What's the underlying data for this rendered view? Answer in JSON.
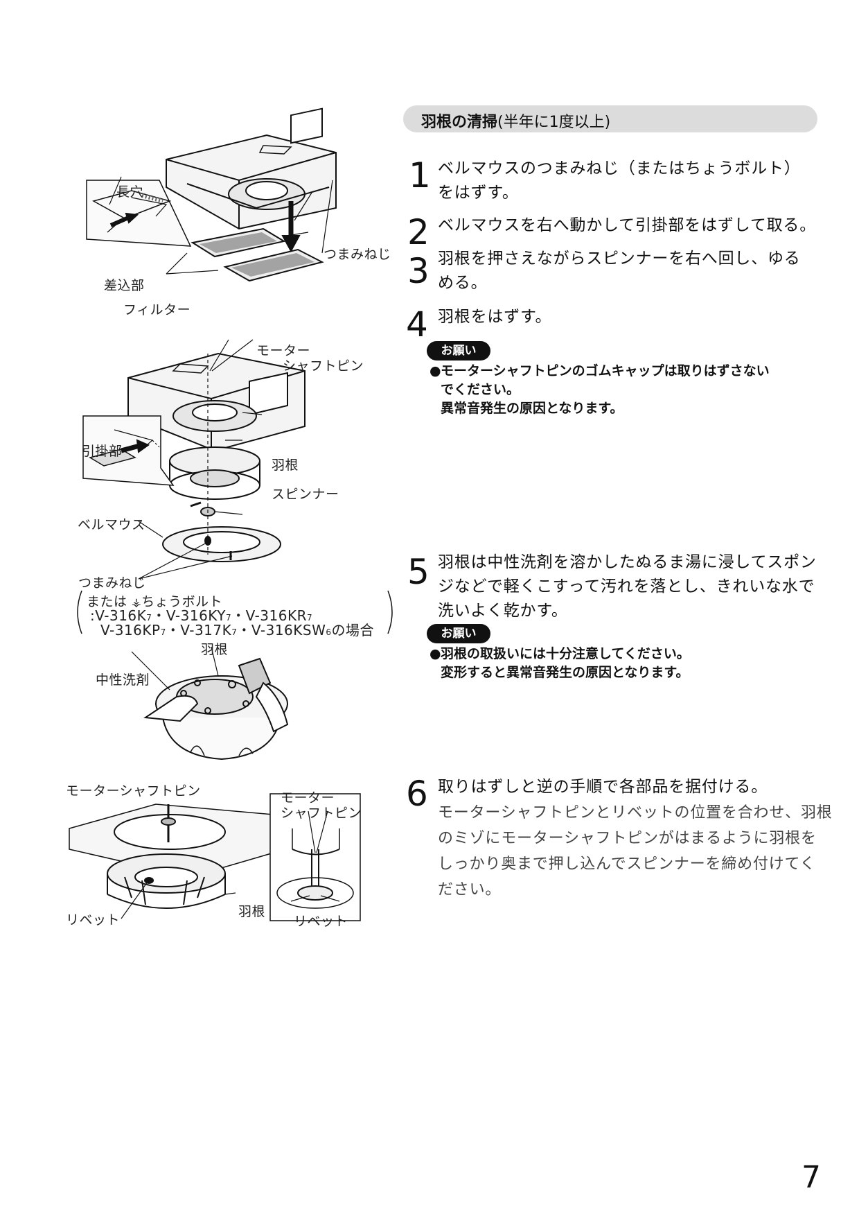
{
  "section": {
    "title": "羽根の清掃",
    "subtitle": "(半年に1度以上)"
  },
  "steps": [
    {
      "num": "1",
      "text": "ベルマウスのつまみねじ（またはちょうボルト）",
      "text2": "をはずす。"
    },
    {
      "num": "2",
      "text": "ベルマウスを右へ動かして引掛部をはずして取る。"
    },
    {
      "num": "3",
      "text": "羽根を押さえながらスピンナーを右へ回し、ゆる",
      "text2": "める。"
    },
    {
      "num": "4",
      "text": "羽根をはずす。"
    },
    {
      "num": "5",
      "text": "羽根は中性洗剤を溶かしたぬるま湯に浸してスポン",
      "text2": "ジなどで軽くこすって汚れを落とし、きれいな水で",
      "text3": "洗いよく乾かす。"
    },
    {
      "num": "6",
      "text": "取りはずしと逆の手順で各部品を据付ける。",
      "sub": [
        "モーターシャフトピンとリベットの位置を合わせ、羽根",
        "のミゾにモーターシャフトピンがはまるように羽根を",
        "しっかり奥まで押し込んでスピンナーを締め付けてく",
        "ださい。"
      ]
    }
  ],
  "notices": [
    {
      "badge": "お願い",
      "bullet": "●",
      "lines": [
        "モーターシャフトピンのゴムキャップは取りはずさない",
        "でください。",
        "異常音発生の原因となります。"
      ]
    },
    {
      "badge": "お願い",
      "bullet": "●",
      "lines": [
        "羽根の取扱いには十分注意してください。",
        "変形すると異常音発生の原因となります。"
      ]
    }
  ],
  "figure1": {
    "labels": {
      "nagaana": "長穴",
      "sashikomi": "差込部",
      "filter": "フィルター",
      "tsumami": "つまみねじ"
    }
  },
  "figure2": {
    "labels": {
      "motor": "モーター",
      "shaft": "シャフトピン",
      "hikkake": "引掛部",
      "hane": "羽根",
      "spinner": "スピンナー",
      "bellmouth": "ベルマウス",
      "tsumami": "つまみねじ",
      "note1": "または ",
      "note1b": "ちょうボルト",
      "models1": ":V-316K",
      "m1s": "7",
      "models1b": "・V-316KY",
      "m1bs": "7",
      "models1c": "・V-316KR",
      "m1cs": "7",
      "models2": "V-316KP",
      "m2s": "7",
      "models2b": "・V-317K",
      "m2bs": "7",
      "models2c": "・V-316KSW",
      "m2cs": "6",
      "models2d": "の場合"
    }
  },
  "figure3": {
    "labels": {
      "hane": "羽根",
      "detergent": "中性洗剤"
    }
  },
  "figure4": {
    "labels": {
      "motorshaft": "モーターシャフトピン",
      "motor": "モーター",
      "shaft": "シャフトピン",
      "rivet": "リベット",
      "hane": "羽根",
      "rivet2": "リベット"
    }
  },
  "page_number": "7"
}
